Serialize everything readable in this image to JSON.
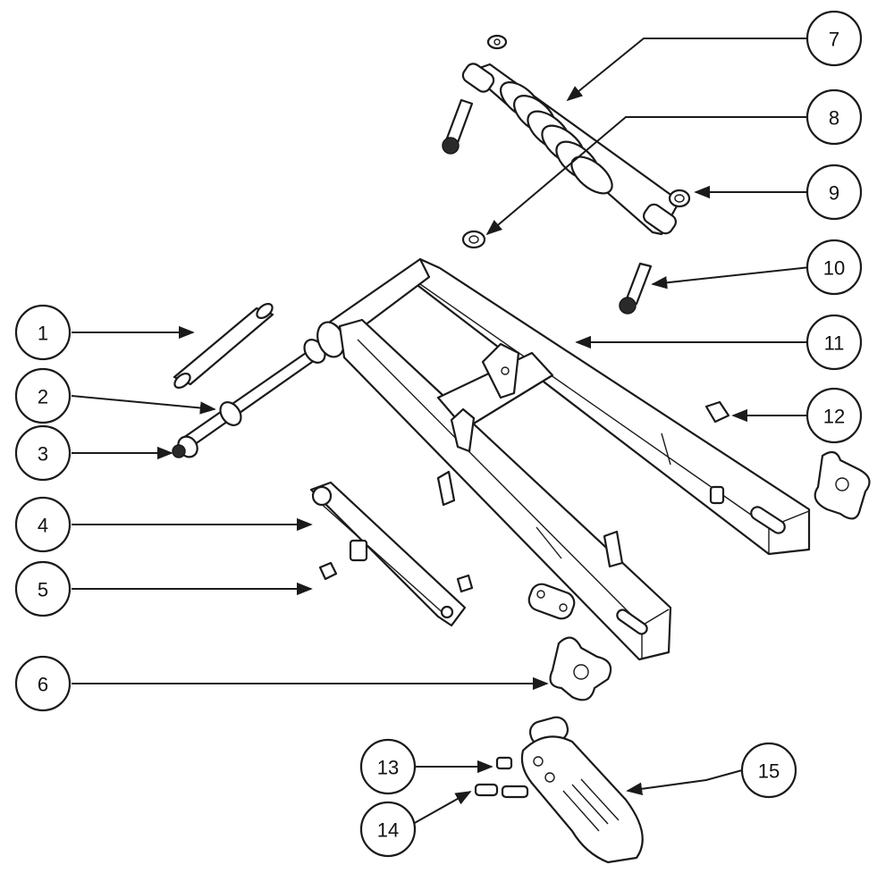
{
  "callouts": [
    {
      "id": "1",
      "label": "1"
    },
    {
      "id": "2",
      "label": "2"
    },
    {
      "id": "3",
      "label": "3"
    },
    {
      "id": "4",
      "label": "4"
    },
    {
      "id": "5",
      "label": "5"
    },
    {
      "id": "6",
      "label": "6"
    },
    {
      "id": "7",
      "label": "7"
    },
    {
      "id": "8",
      "label": "8"
    },
    {
      "id": "9",
      "label": "9"
    },
    {
      "id": "10",
      "label": "10"
    },
    {
      "id": "11",
      "label": "11"
    },
    {
      "id": "12",
      "label": "12"
    },
    {
      "id": "13",
      "label": "13"
    },
    {
      "id": "14",
      "label": "14"
    },
    {
      "id": "15",
      "label": "15"
    }
  ],
  "colors": {
    "line": "#1a1a1a",
    "background": "#ffffff"
  }
}
